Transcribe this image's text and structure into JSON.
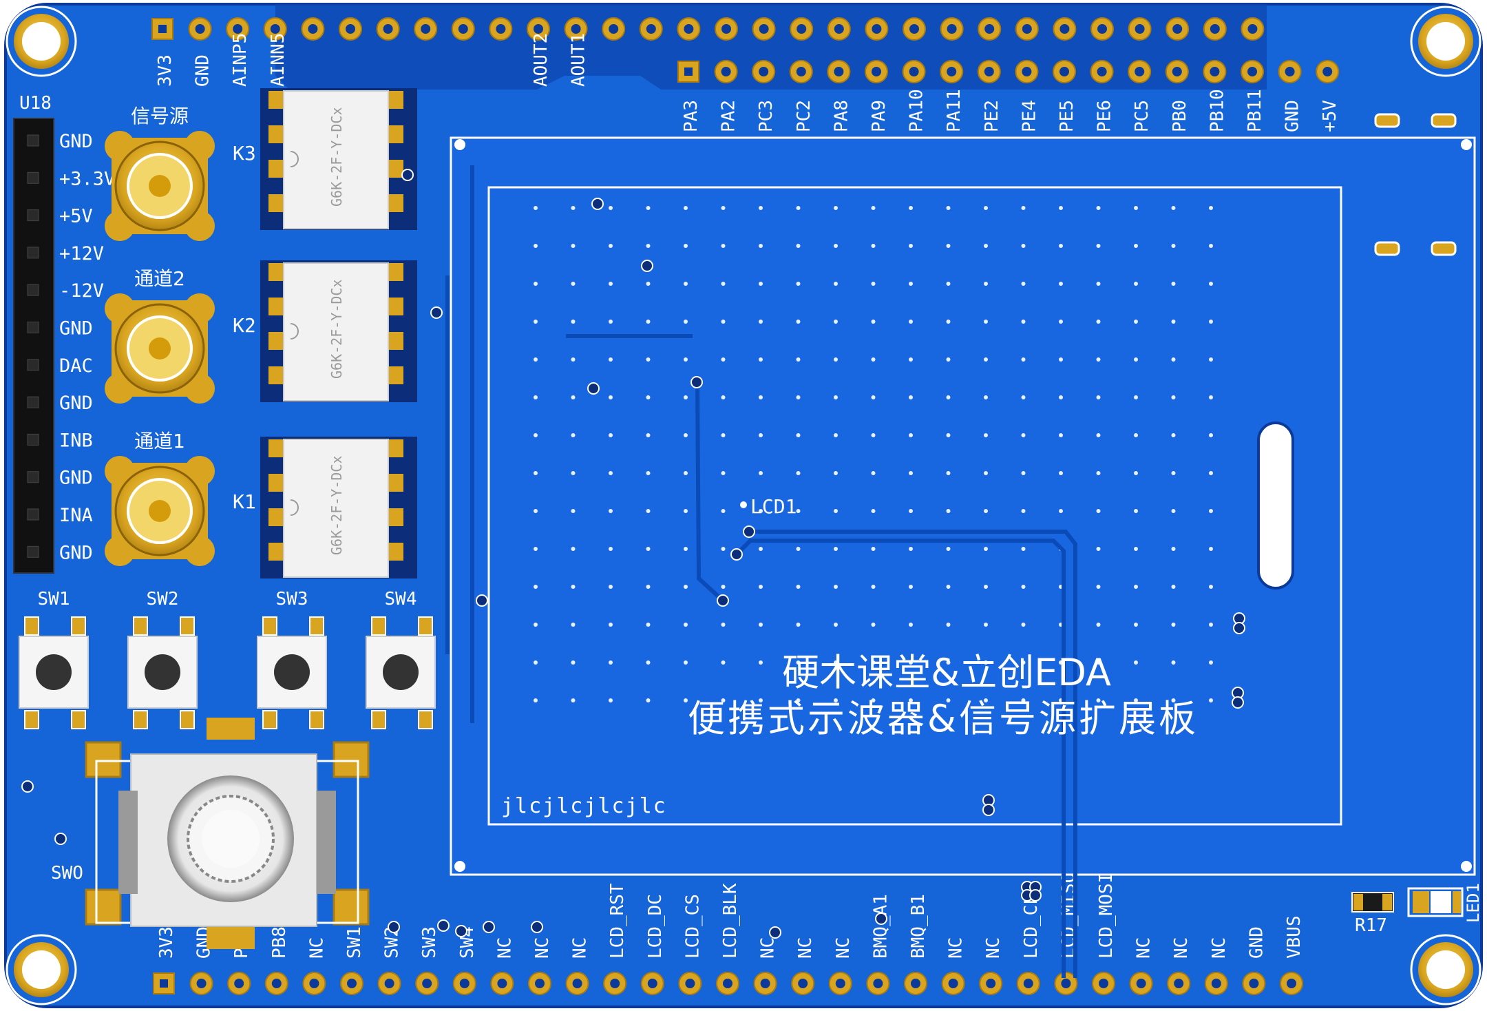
{
  "board": {
    "colors": {
      "board": "#1565d8",
      "board_dark": "#0c3a9a",
      "copper": "#d9a520",
      "copper_light": "#f0c93c",
      "silk": "#ffffff",
      "trace": "#0a4bb8"
    },
    "top_header_outer": [
      "3V3",
      "GND",
      "AINP5",
      "AINN5",
      "",
      "",
      "",
      "",
      "",
      "",
      "AOUT2",
      "AOUT1",
      "",
      "",
      "",
      "",
      "",
      "",
      "",
      "",
      "",
      "",
      "",
      "",
      "",
      "",
      "",
      "",
      "",
      ""
    ],
    "top_header_inner": [
      "PA3",
      "PA2",
      "PC3",
      "PC2",
      "PA8",
      "PA9",
      "PA10",
      "PA11",
      "PE2",
      "PE4",
      "PE5",
      "PE6",
      "PC5",
      "PB0",
      "PB10",
      "PB11",
      "GND",
      "+5V"
    ],
    "bottom_header": [
      "3V3",
      "GND",
      "PB9",
      "PB8",
      "NC",
      "SW1",
      "SW2",
      "SW3",
      "SW4",
      "NC",
      "NC",
      "NC",
      "LCD_RST",
      "LCD_DC",
      "LCD_CS",
      "LCD_BLK",
      "NC",
      "NC",
      "NC",
      "BMQ_A1",
      "BMQ_B1",
      "NC",
      "NC",
      "LCD_CLK",
      "LCD_MISO",
      "LCD_MOSI",
      "NC",
      "NC",
      "NC",
      "GND",
      "VBUS"
    ],
    "u18": {
      "name": "U18",
      "pins": [
        "GND",
        "+3.3V",
        "+5V",
        "+12V",
        "-12V",
        "GND",
        "DAC",
        "GND",
        "INB",
        "GND",
        "INA",
        "GND"
      ]
    },
    "sma": [
      "信号源",
      "通道2",
      "通道1"
    ],
    "relays": [
      {
        "ref": "K3",
        "part": "G6K-2F-Y-DCx"
      },
      {
        "ref": "K2",
        "part": "G6K-2F-Y-DCx"
      },
      {
        "ref": "K1",
        "part": "G6K-2F-Y-DCx"
      }
    ],
    "switches": [
      "SW1",
      "SW2",
      "SW3",
      "SW4"
    ],
    "encoder_label": "SWO",
    "lcd_label": "LCD1",
    "title_line1": "硬木课堂&立创EDA",
    "title_line2": "便携式示波器&信号源扩展板",
    "watermark": "jlcjlcjlcjlc",
    "r17": "R17",
    "led": "LED1"
  }
}
